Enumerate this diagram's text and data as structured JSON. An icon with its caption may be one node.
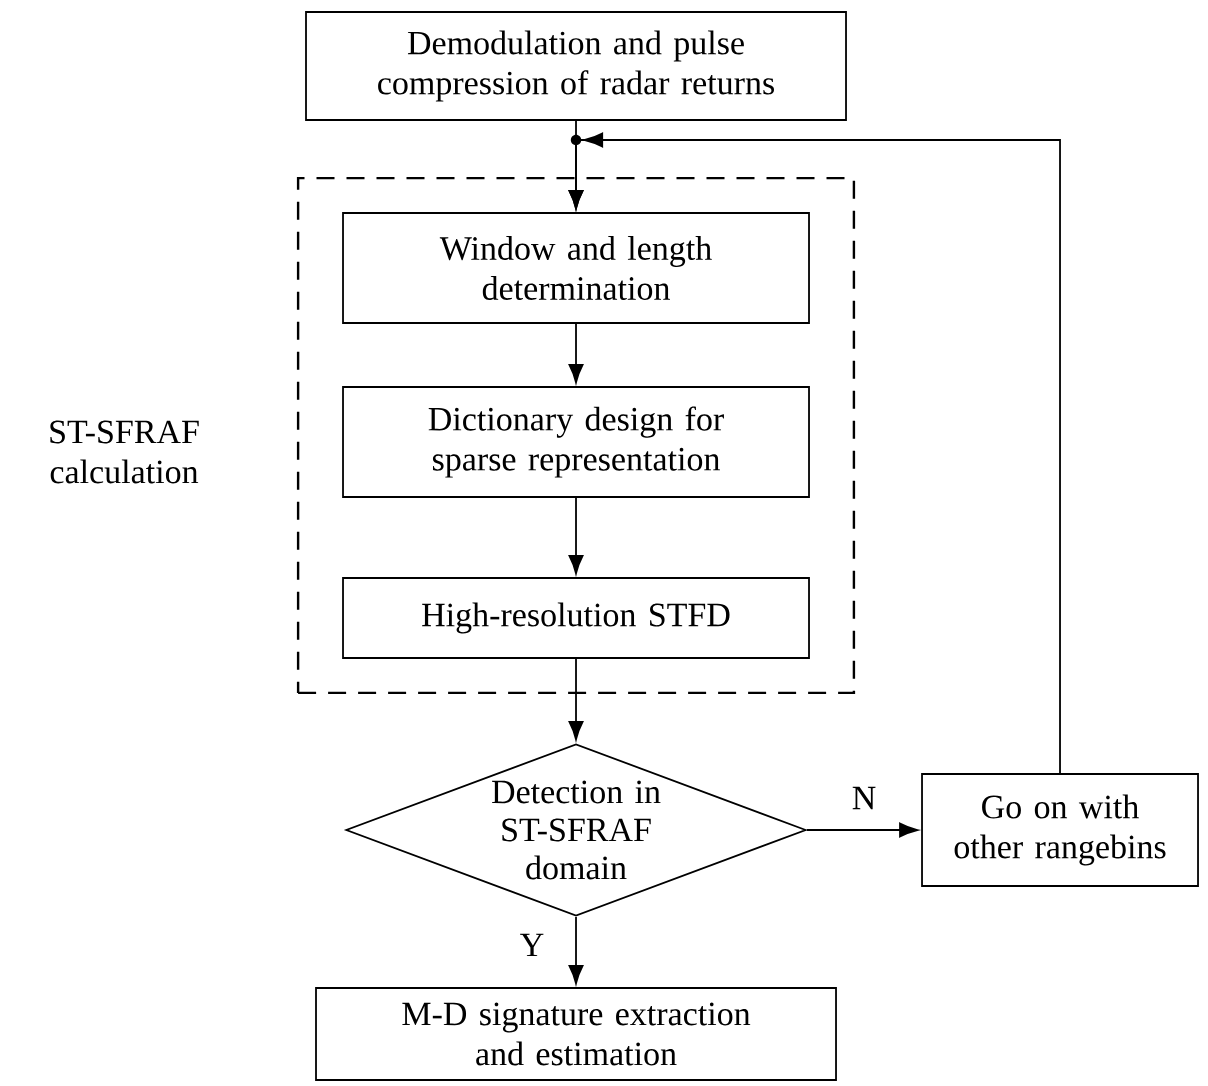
{
  "diagram": {
    "nodes": [
      {
        "text": [
          "Demodulation and pulse compression of radar returns"
        ]
      },
      {
        "text": [
          "ST-SFRAF calculation"
        ]
      },
      {
        "text": [
          "Window and length determination"
        ],
        "in": 1
      },
      {
        "text": [
          "Dictionary design for sparse representation"
        ],
        "in": 1
      },
      {
        "text": [
          "High-resolution STFD"
        ],
        "in": 1
      },
      {
        "text": [
          "Detection in ST-SFRAF domain"
        ]
      },
      {
        "text": [
          "Go on with other rangebins"
        ]
      },
      {
        "text": [
          "M-D signature extraction and estimation"
        ]
      }
    ],
    "edges": [
      {
        "from": 0,
        "to": 2,
        "arrow": "to"
      },
      {
        "from": 6,
        "to": 2,
        "arrow": "to"
      },
      {
        "from": 2,
        "to": 3,
        "arrow": "to"
      },
      {
        "from": 3,
        "to": 4,
        "arrow": "to"
      },
      {
        "from": 4,
        "to": 5,
        "arrow": "to"
      },
      {
        "from": 5,
        "to": 6,
        "arrow": "to",
        "label": "N"
      },
      {
        "from": 5,
        "to": 7,
        "arrow": "to",
        "label": "Y"
      }
    ]
  }
}
